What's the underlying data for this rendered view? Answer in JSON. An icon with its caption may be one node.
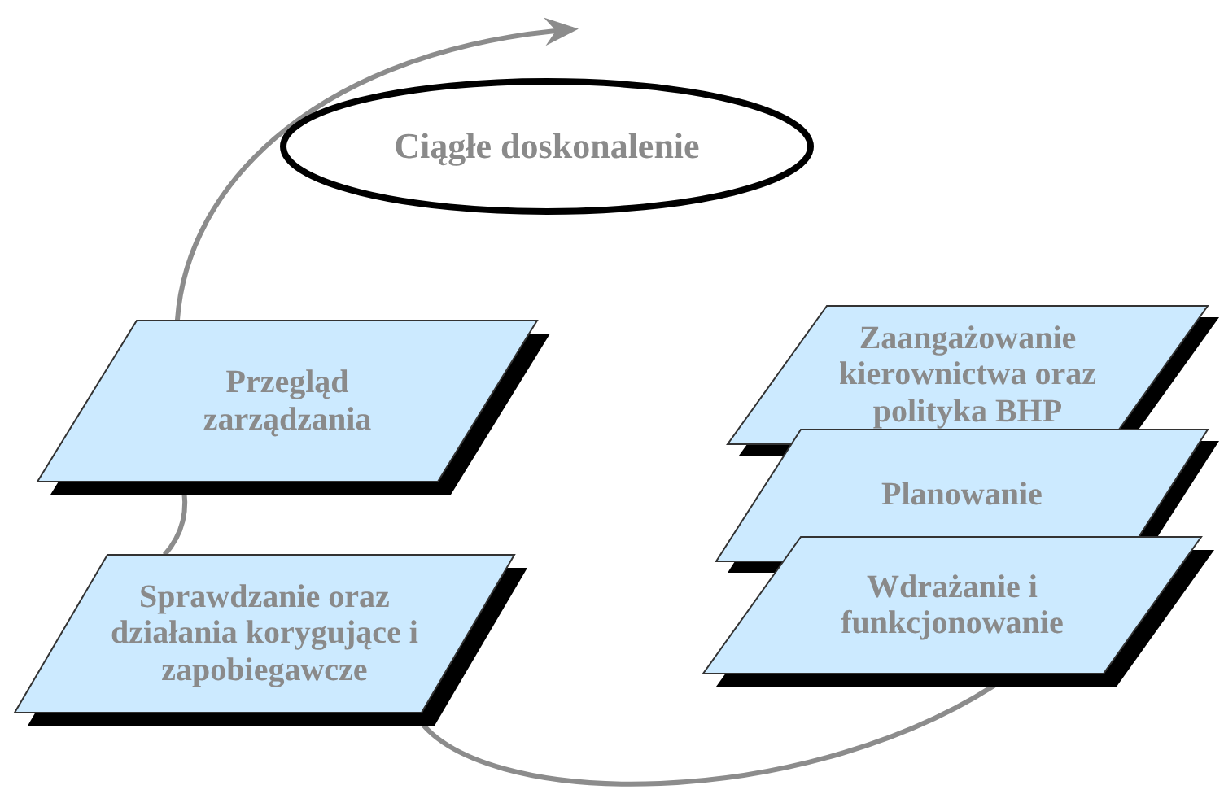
{
  "diagram": {
    "nodes": [
      {
        "text": [
          "Ciągłe doskonalenie"
        ]
      },
      {
        "text": [
          "Przegląd zarządzania"
        ]
      },
      {
        "text": [
          "Sprawdzanie oraz działania korygujące i zapobiegawcze"
        ]
      },
      {
        "text": [
          "Zaangażowanie kierownictwa oraz polityka BHP"
        ]
      },
      {
        "text": [
          "Planowanie"
        ]
      },
      {
        "text": [
          "Wdrażanie i funkcjonowanie"
        ]
      }
    ],
    "edges": [
      {
        "from": 5,
        "to": 2,
        "arrow": "none",
        "color": "#8c8c8c"
      },
      {
        "from": 2,
        "to": 1,
        "arrow": "none",
        "color": "#8c8c8c"
      },
      {
        "from": 1,
        "to": null,
        "arrow": "to",
        "color": "#8c8c8c"
      }
    ]
  }
}
